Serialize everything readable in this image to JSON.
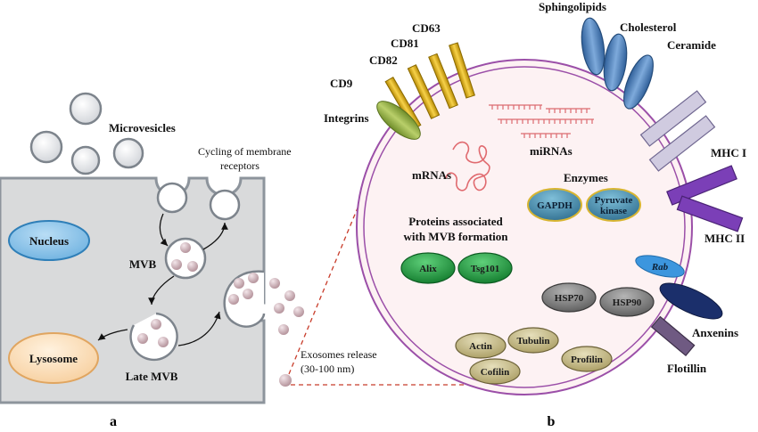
{
  "panel_a": {
    "label": "a",
    "nucleus": "Nucleus",
    "lysosome": "Lysosome",
    "microvesicles": "Microvesicles",
    "cycling_line1": "Cycling of membrane",
    "cycling_line2": "receptors",
    "mvb": "MVB",
    "late_mvb": "Late MVB",
    "exosomes_release": "Exosomes release",
    "exosome_size": "(30-100 nm)"
  },
  "panel_b": {
    "label": "b",
    "membrane_proteins": {
      "cd9": "CD9",
      "cd82": "CD82",
      "cd81": "CD81",
      "cd63": "CD63",
      "integrins": "Integrins",
      "mhc_i": "MHC I",
      "mhc_ii": "MHC II",
      "rab": "Rab",
      "anxenins": "Anxenins",
      "flotillin": "Flotillin"
    },
    "lipids": {
      "sphingolipids": "Sphingolipids",
      "cholesterol": "Cholesterol",
      "ceramide": "Ceramide"
    },
    "cargo": {
      "mirnas": "miRNAs",
      "mrnas": "mRNAs",
      "enzymes_title": "Enzymes",
      "gapdh": "GAPDH",
      "pyruvate_line1": "Pyruvate",
      "pyruvate_line2": "kinase",
      "mvb_proteins_line1": "Proteins associated",
      "mvb_proteins_line2": "with MVB formation",
      "alix": "Alix",
      "tsg101": "Tsg101",
      "hsp70": "HSP70",
      "hsp90": "HSP90",
      "actin": "Actin",
      "tubulin": "Tubulin",
      "cofilin": "Cofilin",
      "profilin": "Profilin"
    }
  },
  "colors": {
    "cell_gray": "#d9dadb",
    "cell_outline": "#8d949c",
    "nucleus_fill": "#8ec5ea",
    "lysosome_fill": "#fbe0bd",
    "exosome_fill": "#f7f7fa",
    "exosome_inner": "#c7a6ad",
    "membrane_purple": "#9b4fa8",
    "interior_pink": "#fdf2f3",
    "tetraspanin_gold": "#e8b60e",
    "integrin_green": "#92b042",
    "lipid_blue": "#4f86c1",
    "mhc1_lavender": "#d0cbe0",
    "mhc2_purple": "#7b3fb7",
    "rab_blue": "#3c96de",
    "anxenin_navy": "#1b2f6b",
    "flotillin_purple": "#6f5a82",
    "mirna_red": "#dc6b70",
    "enzyme_teal": "#3a7e9f",
    "alix_green": "#1c8a3a",
    "hsp_gray": "#6e6e6e",
    "cytoskeleton_khaki": "#b6ab77",
    "dashed_red": "#c83c2a"
  }
}
